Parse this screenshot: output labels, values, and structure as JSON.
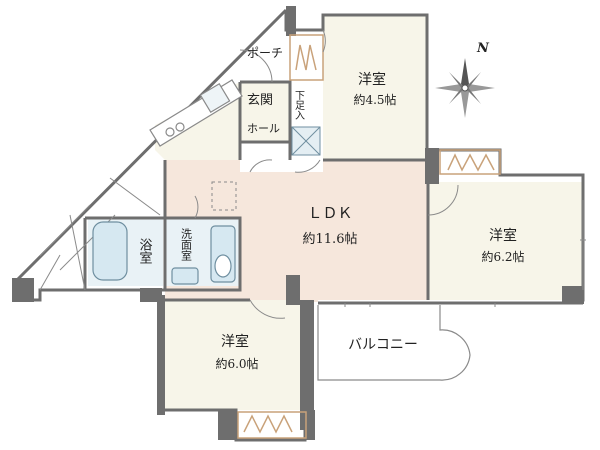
{
  "rooms": {
    "porch": "ポーチ",
    "entrance": "玄関",
    "shoe_storage": "下足入",
    "hall": "ホール",
    "western_room_1": {
      "name": "洋室",
      "size": "約4.5帖"
    },
    "ldk": {
      "name": "ＬＤＫ",
      "size": "約11.6帖"
    },
    "western_room_2": {
      "name": "洋室",
      "size": "約6.2帖"
    },
    "bath": "浴室",
    "washroom": "洗面室",
    "western_room_3": {
      "name": "洋室",
      "size": "約6.0帖"
    },
    "balcony": "バルコニー"
  },
  "compass": {
    "north_label": "N"
  },
  "colors": {
    "wall": "#6e6e6e",
    "ldk_floor": "#f6e7dc",
    "room_floor": "#f7f5e9",
    "wet_floor": "#e9f2f6",
    "fixture": "#d6e8f1",
    "closet_accent": "#c9a27a",
    "line": "#8a8a8a"
  }
}
